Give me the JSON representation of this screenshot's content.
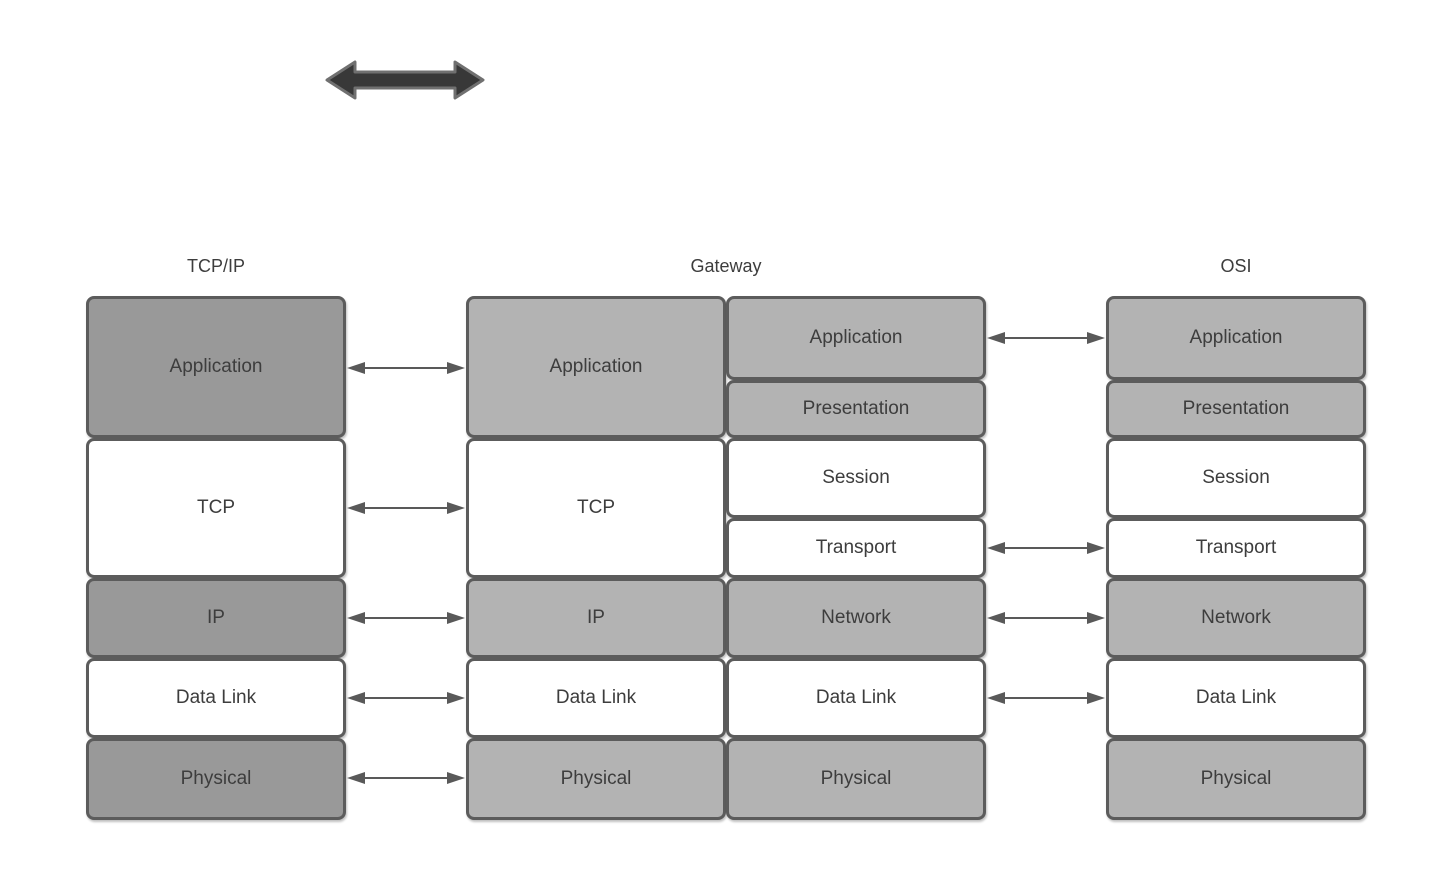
{
  "diagram": {
    "columns": {
      "tcpip": {
        "header": "TCP/IP",
        "layers": [
          {
            "label": "Application",
            "shade": "dark"
          },
          {
            "label": "TCP",
            "shade": "white"
          },
          {
            "label": "IP",
            "shade": "dark"
          },
          {
            "label": "Data Link",
            "shade": "white"
          },
          {
            "label": "Physical",
            "shade": "dark"
          }
        ]
      },
      "gateway": {
        "header": "Gateway",
        "left_layers": [
          {
            "label": "Application",
            "shade": "light"
          },
          {
            "label": "TCP",
            "shade": "white"
          },
          {
            "label": "IP",
            "shade": "light"
          },
          {
            "label": "Data Link",
            "shade": "white"
          },
          {
            "label": "Physical",
            "shade": "light"
          }
        ],
        "right_layers": [
          {
            "label": "Application",
            "shade": "light"
          },
          {
            "label": "Presentation",
            "shade": "light"
          },
          {
            "label": "Session",
            "shade": "white"
          },
          {
            "label": "Transport",
            "shade": "white"
          },
          {
            "label": "Network",
            "shade": "light"
          },
          {
            "label": "Data Link",
            "shade": "white"
          },
          {
            "label": "Physical",
            "shade": "light"
          }
        ]
      },
      "osi": {
        "header": "OSI",
        "layers": [
          {
            "label": "Application",
            "shade": "light"
          },
          {
            "label": "Presentation",
            "shade": "light"
          },
          {
            "label": "Session",
            "shade": "white"
          },
          {
            "label": "Transport",
            "shade": "white"
          },
          {
            "label": "Network",
            "shade": "light"
          },
          {
            "label": "Data Link",
            "shade": "white"
          },
          {
            "label": "Physical",
            "shade": "light"
          }
        ]
      }
    },
    "connectors": {
      "tcpip_to_gateway": [
        "Application",
        "TCP",
        "IP",
        "Data Link",
        "Physical"
      ],
      "gateway_to_osi": [
        "Application",
        "Transport",
        "Network",
        "Data Link"
      ]
    },
    "colors": {
      "dark_gray_fill": "#999999",
      "light_gray_fill": "#b3b3b3",
      "white_fill": "#ffffff",
      "border": "#5c5c5c",
      "text": "#3d3d3d",
      "connector": "#595959",
      "top_arrow_fill": "#383838",
      "top_arrow_stroke": "#707070"
    }
  }
}
